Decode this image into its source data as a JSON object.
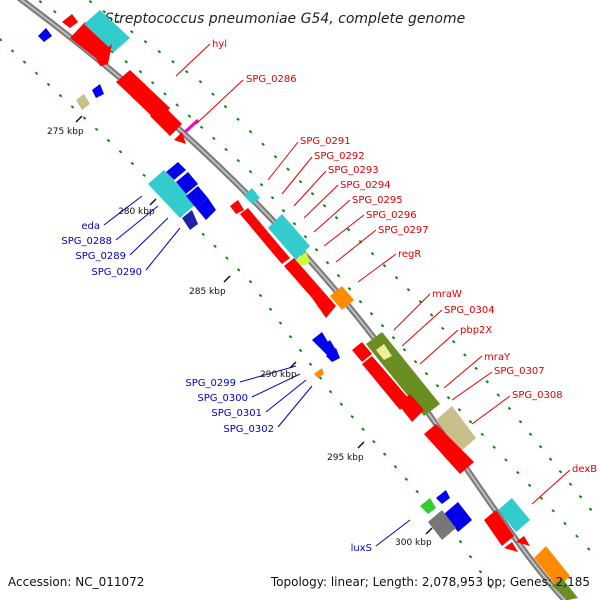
{
  "title": "Streptococcus pneumoniae G54, complete genome",
  "footer": {
    "accession": "Accession: NC_011072",
    "topology": "Topology: linear; Length: 2,078,953 bp; Genes: 2,185"
  },
  "ticks": [
    "275 kbp",
    "280 kbp",
    "285 kbp",
    "290 kbp",
    "295 kbp",
    "300 kbp"
  ],
  "forward_labels": [
    "hyl",
    "SPG_0286",
    "SPG_0291",
    "SPG_0292",
    "SPG_0293",
    "SPG_0294",
    "SPG_0295",
    "SPG_0296",
    "SPG_0297",
    "regR",
    "mraW",
    "SPG_0304",
    "pbp2X",
    "mraY",
    "SPG_0307",
    "SPG_0308",
    "dexB"
  ],
  "reverse_labels": [
    "eda",
    "SPG_0288",
    "SPG_0289",
    "SPG_0290",
    "SPG_0299",
    "SPG_0300",
    "SPG_0301",
    "SPG_0302",
    "luxS"
  ],
  "colors": {
    "cds_red": "#ff0000",
    "cds_blue": "#0000ee",
    "cyan": "#33cccc",
    "olive": "#6b8e23",
    "khaki": "#c8c08a",
    "orange": "#ff8c00",
    "green": "#33cc33",
    "gray": "#777777",
    "magenta": "#ff00cc",
    "backbone": "#888888"
  }
}
